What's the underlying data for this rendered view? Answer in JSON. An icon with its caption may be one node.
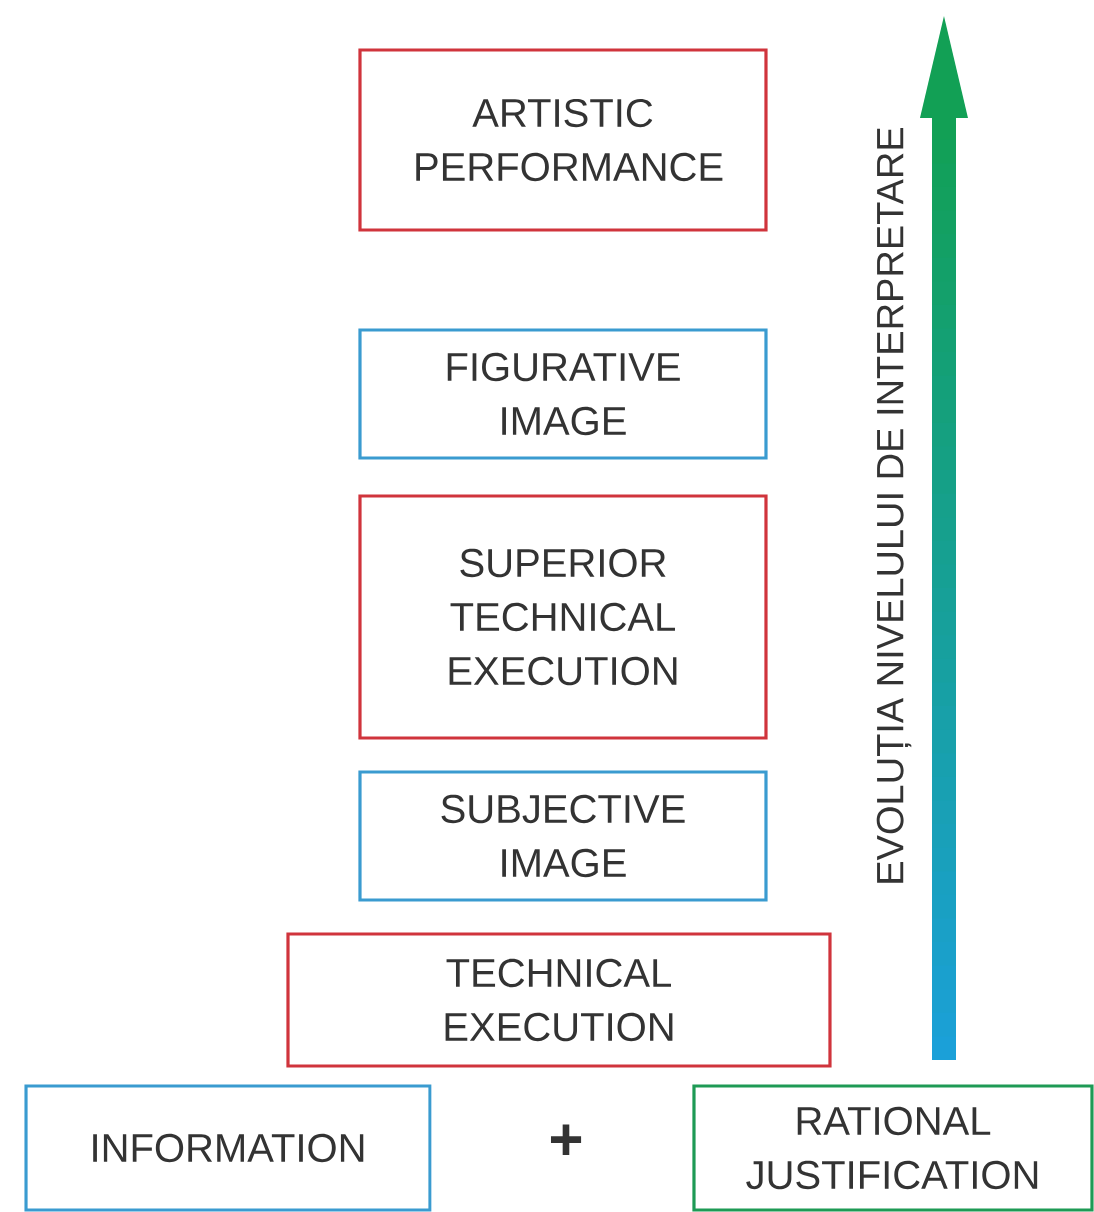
{
  "diagram": {
    "nodes": [
      {
        "text": [
          "ARTISTIC PERFORMANCE"
        ]
      },
      {
        "text": [
          "FIGURATIVE IMAGE"
        ]
      },
      {
        "text": [
          "SUPERIOR TECHNICAL EXECUTION"
        ]
      },
      {
        "text": [
          "SUBJECTIVE IMAGE"
        ]
      },
      {
        "text": [
          "TECHNICAL EXECUTION"
        ]
      },
      {
        "text": [
          "INFORMATION"
        ]
      },
      {
        "text": [
          "RATIONAL JUSTIFICATION"
        ]
      }
    ],
    "labels": [
      "EVOLUȚIA NIVELULUI DE INTERPRETARE",
      "+"
    ]
  }
}
